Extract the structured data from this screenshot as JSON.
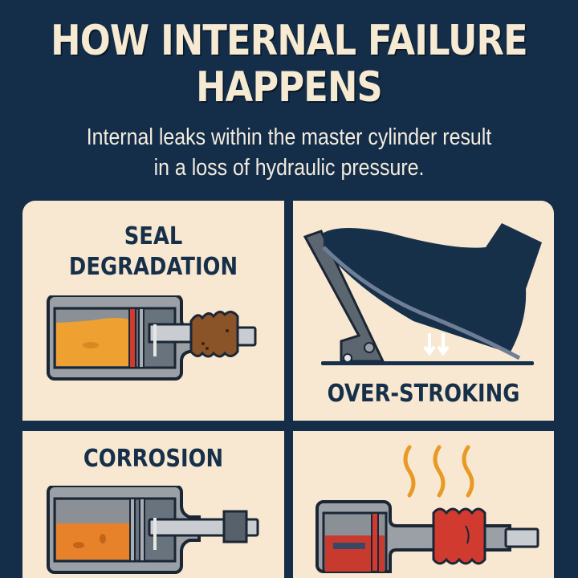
{
  "header": {
    "title_line1": "HOW INTERNAL FAILURE",
    "title_line2": "HAPPENS",
    "subtitle_line1": "Internal leaks within the master cylinder result",
    "subtitle_line2": "in a loss of hydraulic pressure."
  },
  "panels": [
    {
      "label_line1": "SEAL",
      "label_line2": "DEGRADATION",
      "icon": "master-cylinder-degraded-seal-icon"
    },
    {
      "label": "OVER-STROKING",
      "icon": "foot-on-brake-pedal-icon"
    },
    {
      "label": "CORROSION",
      "icon": "corroded-master-cylinder-icon"
    },
    {
      "label": "",
      "icon": "overheated-master-cylinder-icon"
    }
  ],
  "colors": {
    "background": "#142d48",
    "panel": "#f8e8d2",
    "text_light": "#f6ead3",
    "text_dark": "#17304a",
    "fluid_orange": "#eea030",
    "seal_red": "#d13a2e",
    "rust_brown": "#8a5428",
    "metal_gray": "#9aa0a6"
  }
}
